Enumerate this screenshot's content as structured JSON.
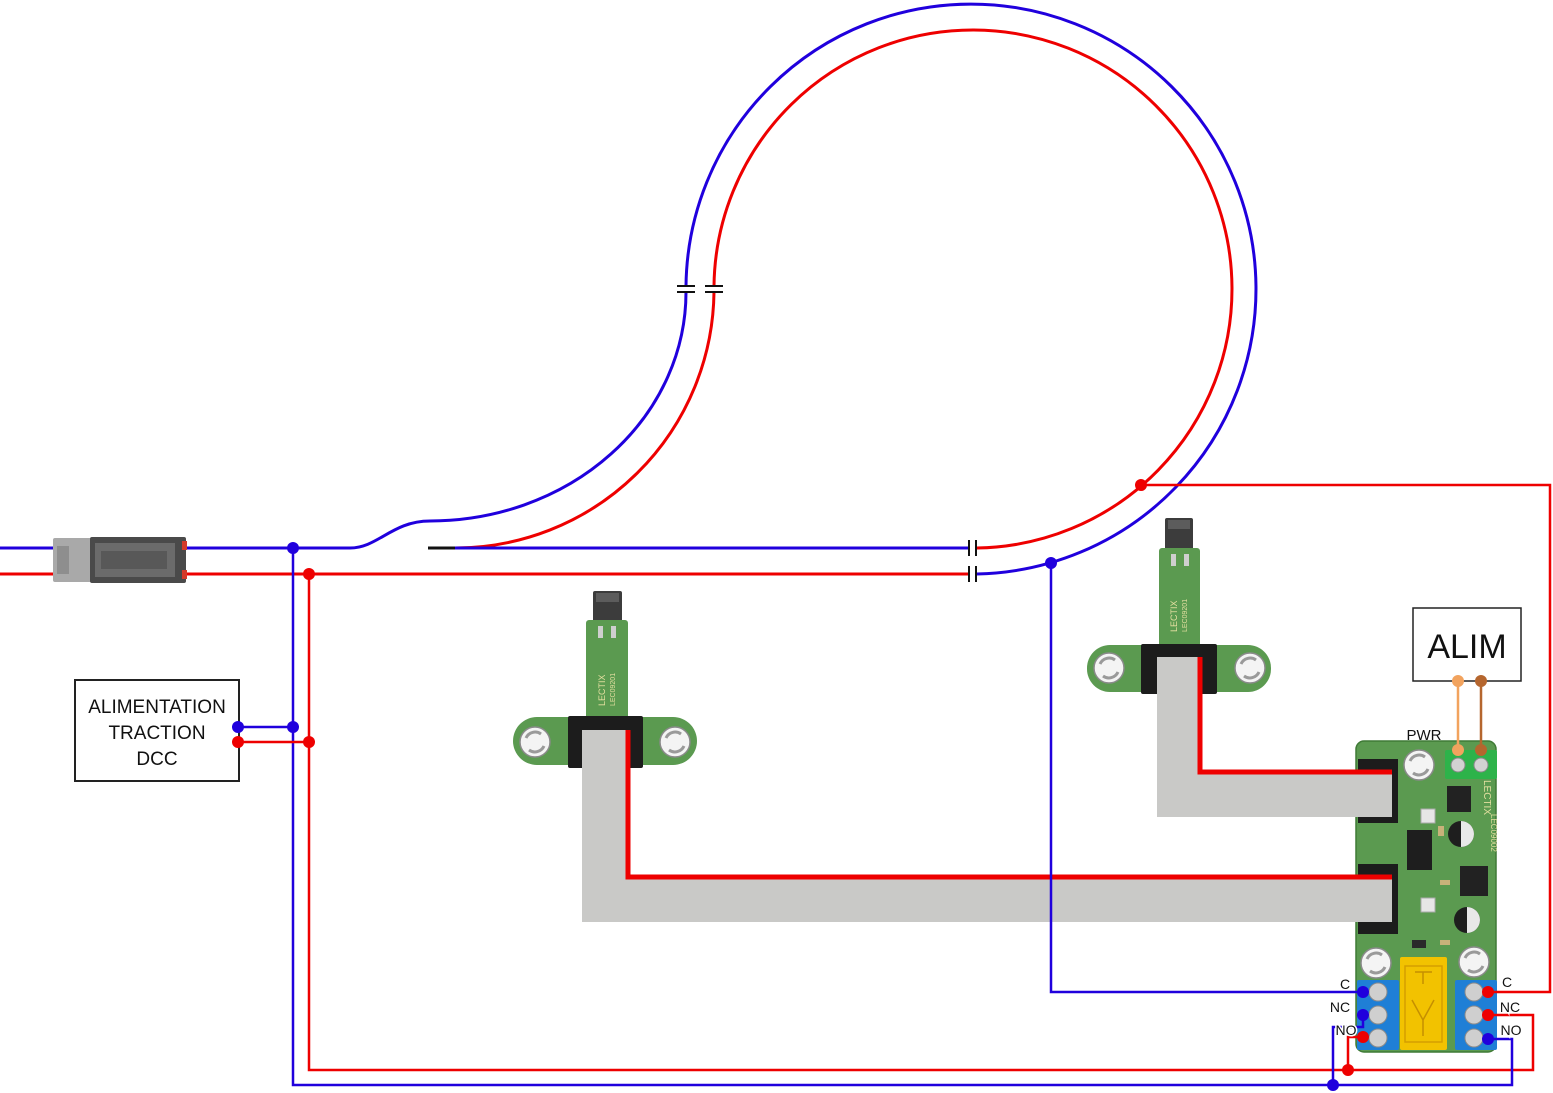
{
  "dcc_supply": {
    "line1": "ALIMENTATION",
    "line2": "TRACTION",
    "line3": "DCC"
  },
  "power_supply": {
    "label": "ALIM"
  },
  "control_board": {
    "power_label": "PWR",
    "brand": "LECTIX",
    "ref": "LEC09002"
  },
  "sensor_left": {
    "brand": "LECTIX",
    "ref": "LEC09201"
  },
  "sensor_right": {
    "brand": "LECTIX",
    "ref": "LEC09201"
  },
  "relay_terminals_left": {
    "c": "C",
    "nc": "NC",
    "no": "NO"
  },
  "relay_terminals_right": {
    "c": "C",
    "nc": "NC",
    "no": "NO"
  },
  "colors": {
    "blue": "#2000dd",
    "red": "#ee0000",
    "pcb": "#5b9a50",
    "ribbon": "#c9c9c7",
    "relay": "#f2c200",
    "tblue": "#1f7fd6",
    "tgreen": "#2db34a",
    "orange": "#f2a35e",
    "brown": "#b5662e"
  }
}
